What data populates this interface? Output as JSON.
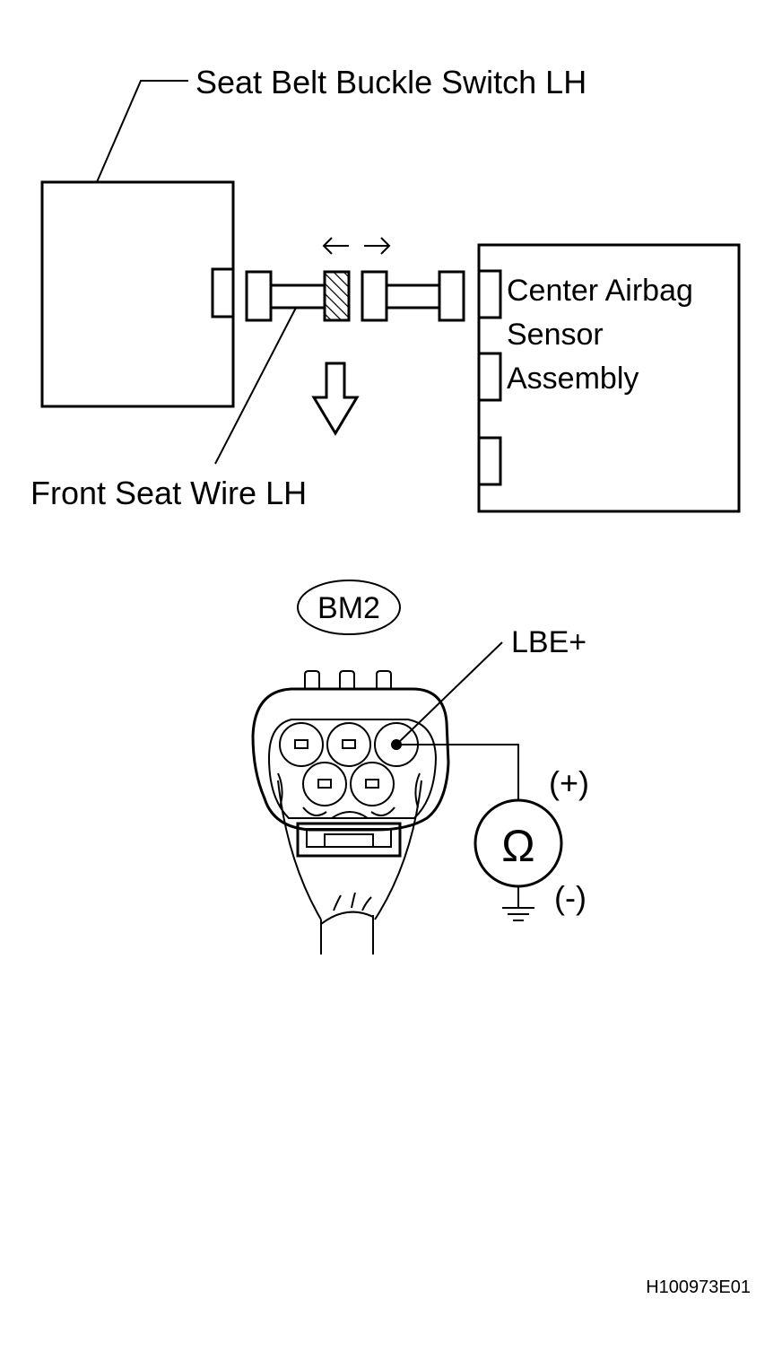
{
  "labels": {
    "buckle_switch": "Seat Belt Buckle Switch LH",
    "front_seat_wire": "Front Seat Wire LH",
    "airbag_line1": "Center Airbag",
    "airbag_line2": "Sensor",
    "airbag_line3": "Assembly",
    "connector_code": "BM2",
    "terminal": "LBE+",
    "plus": "(+)",
    "minus": "(-)",
    "ohm_symbol": "Ω",
    "figure_id": "H100973E01"
  },
  "icons": {
    "disconnect": "left-right-arrows-icon",
    "direction": "down-arrow-icon",
    "meter": "ohmmeter-icon",
    "ground": "ground-icon"
  }
}
